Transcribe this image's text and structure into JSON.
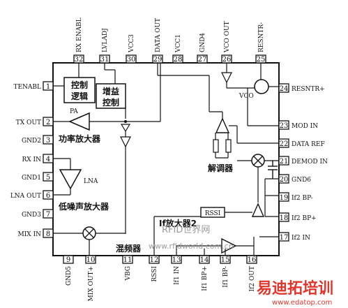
{
  "pins": {
    "top": [
      {
        "num": "32",
        "label": "RX ENABL"
      },
      {
        "num": "31",
        "label": "LVLADJ"
      },
      {
        "num": "30",
        "label": "VCC3"
      },
      {
        "num": "29",
        "label": "DATA OUT"
      },
      {
        "num": "28",
        "label": "VCC1"
      },
      {
        "num": "27",
        "label": "GND4"
      },
      {
        "num": "26",
        "label": "VCO OUT"
      },
      {
        "num": "25",
        "label": "RESNTR-"
      }
    ],
    "left": [
      {
        "num": "1",
        "label": "TENABL"
      },
      {
        "num": "2",
        "label": "TX OUT"
      },
      {
        "num": "3",
        "label": "GND2"
      },
      {
        "num": "4",
        "label": "RX IN"
      },
      {
        "num": "5",
        "label": "GND1"
      },
      {
        "num": "6",
        "label": "LNA OUT"
      },
      {
        "num": "7",
        "label": "GND3"
      },
      {
        "num": "8",
        "label": "MIX IN"
      }
    ],
    "right": [
      {
        "num": "24",
        "label": "RESNTR+"
      },
      {
        "num": "23",
        "label": "MOD IN"
      },
      {
        "num": "22",
        "label": "DATA REF"
      },
      {
        "num": "21",
        "label": "DEMOD IN"
      },
      {
        "num": "20",
        "label": "GND6"
      },
      {
        "num": "19",
        "label": "If2 BP-"
      },
      {
        "num": "18",
        "label": "If2 BP+"
      },
      {
        "num": "17",
        "label": "If2 IN"
      }
    ],
    "bottom": [
      {
        "num": "9",
        "label": "GND5"
      },
      {
        "num": "10",
        "label": "MIX OUT+"
      },
      {
        "num": "11",
        "label": "VBG"
      },
      {
        "num": "12",
        "label": "RSSI"
      },
      {
        "num": "13",
        "label": "If1 IN"
      },
      {
        "num": "14",
        "label": "If1 BP+"
      },
      {
        "num": "15",
        "label": "If1 BP-"
      },
      {
        "num": "16",
        "label": "If2 OUT"
      }
    ]
  },
  "blocks": {
    "control_logic": [
      "控制",
      "逻辑"
    ],
    "gain_control": [
      "增益",
      "控制"
    ],
    "pa": "PA",
    "power_amp": "功率放大器",
    "lna": "LNA",
    "low_noise_amp": "低噪声放大器",
    "vco": "VCO",
    "demodulator": "解调器",
    "rssi": "RSSI",
    "if_amp2": "If放大器2",
    "mixer": "混频器"
  },
  "watermarks": {
    "rfid_world": "RFID世界网",
    "rfid_url": "www.rfidworld.com.cn",
    "edatop_cn": "易迪拓培训",
    "edatop_url": "www.edatop.com"
  }
}
